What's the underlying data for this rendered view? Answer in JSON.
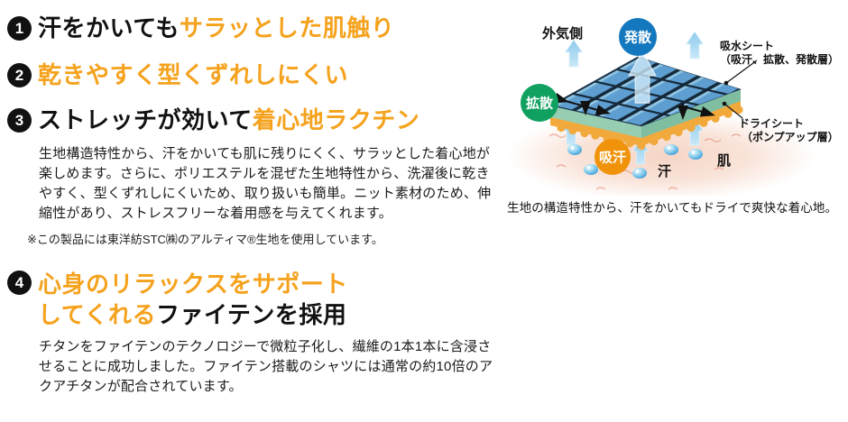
{
  "colors": {
    "accent_orange": "#F5A21D",
    "heading_black": "#111111",
    "evaporation_circle": "#1478BE",
    "diffusion_circle": "#10A060",
    "absorption_circle": "#F0930B"
  },
  "features": {
    "f1": {
      "num": "1",
      "black": "汗をかいても",
      "orange": "サラッとした肌触り"
    },
    "f2": {
      "num": "2",
      "orange": "乾きやすく型くずれしにくい"
    },
    "f3": {
      "num": "3",
      "black": "ストレッチが効いて",
      "orange": "着心地ラクチン",
      "body": "生地構造特性から、汗をかいても肌に残りにくく、サラッとした着心地が楽しめます。さらに、ポリエステルを混ぜた生地特性から、洗濯後に乾きやすく、型くずれしにくいため、取り扱いも簡単。ニット素材のため、伸縮性があり、ストレスフリーな着用感を与えてくれます。",
      "note": "※この製品には東洋紡STC㈱のアルティマ®生地を使用しています。"
    },
    "f4": {
      "num": "4",
      "orange_line1": "心身のリラックスをサポート",
      "orange_line2": "してくれる",
      "black_line2": "ファイテンを採用",
      "body": "チタンをファイテンのテクノロジーで微粒子化し、繊維の1本1本に含浸させることに成功しました。ファイテン搭載のシャツには通常の約10倍のアクアチタンが配合されています。"
    }
  },
  "diagram": {
    "outer_side_label": "外気側",
    "evaporation_label": "発散",
    "diffusion_label": "拡散",
    "absorption_label": "吸汗",
    "sweat_label": "汗",
    "skin_label": "肌",
    "absorbent_sheet_line1": "吸水シート",
    "absorbent_sheet_line2": "（吸汗、拡散、発散層）",
    "dry_sheet_line1": "ドライシート",
    "dry_sheet_line2": "（ポンプアップ層）",
    "caption": "生地の構造特性から、汗をかいてもドライで爽快な着心地。"
  }
}
